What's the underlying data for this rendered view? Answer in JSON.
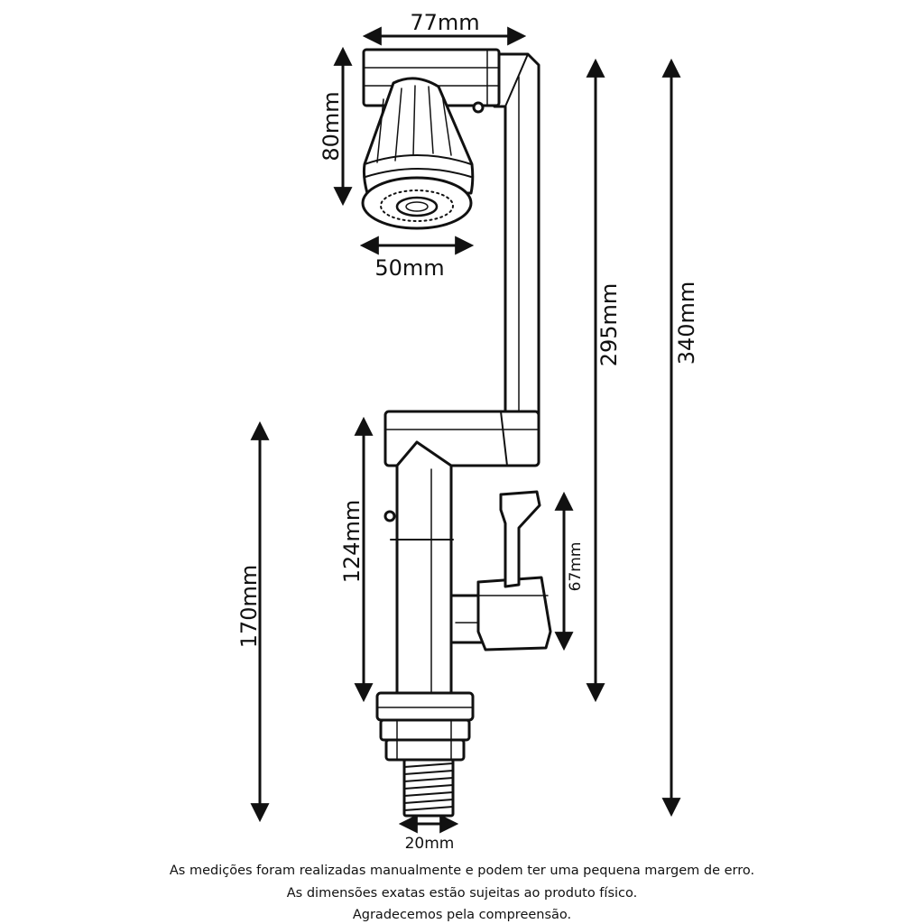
{
  "dimensions": {
    "top_width": "77mm",
    "head_height": "80mm",
    "head_diameter": "50mm",
    "arm_height": "295mm",
    "total_height": "340mm",
    "body_height": "124mm",
    "handle_height": "67mm",
    "body_to_base_height": "170mm",
    "thread_diameter": "20mm"
  },
  "notes": {
    "line1": "As medições foram realizadas manualmente e podem ter uma pequena margem de erro.",
    "line2": "As dimensões exatas estão sujeitas ao produto físico.",
    "line3": "Agradecemos pela compreensão."
  }
}
